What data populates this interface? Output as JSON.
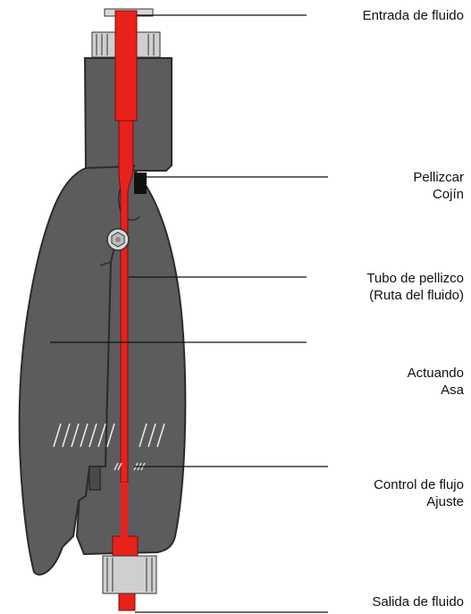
{
  "colors": {
    "body": "#5c5c5e",
    "outline": "#2b2b2b",
    "tube": "#e8211b",
    "tube_dark": "#b5150f",
    "fitting": "#cfcfcf",
    "leader": "#111111"
  },
  "labels": {
    "fluid_inlet": "Entrada de fluido",
    "pinch_cushion_1": "Pellizcar",
    "pinch_cushion_2": "Cojín",
    "pinch_tube_1": "Tubo de pellizco",
    "pinch_tube_2": "(Ruta del fluido)",
    "actuating_handle_1": "Actuando",
    "actuating_handle_2": "Asa",
    "flow_control_1": "Control de flujo",
    "flow_control_2": "Ajuste",
    "fluid_outlet": "Salida de fluido"
  }
}
